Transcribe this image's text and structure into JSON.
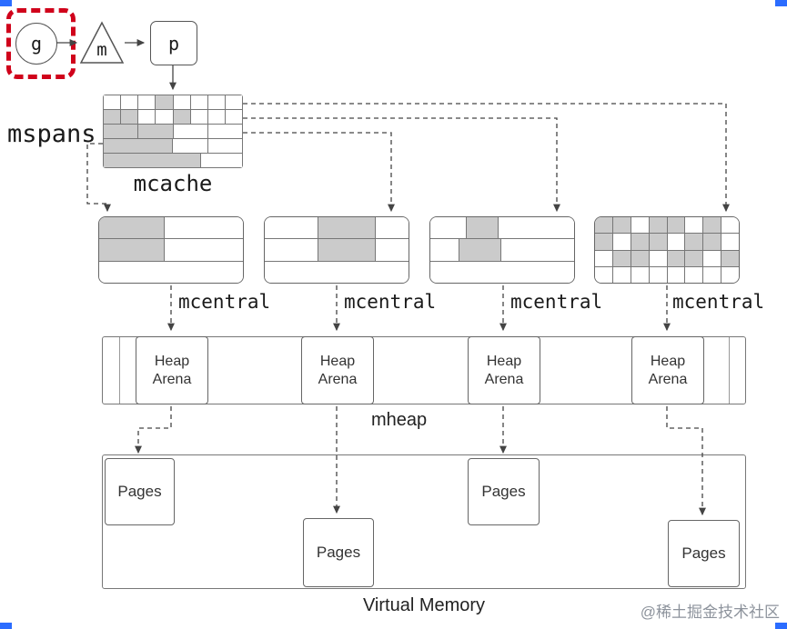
{
  "top": {
    "g": "g",
    "m": "m",
    "p": "p"
  },
  "labels": {
    "mspans": "mspans",
    "mcache": "mcache",
    "mheap": "mheap",
    "virtual_memory": "Virtual Memory",
    "watermark": "@稀土掘金技术社区"
  },
  "mcache": {
    "rows": [
      [
        {
          "w": 1,
          "f": 0
        },
        {
          "w": 1,
          "f": 0
        },
        {
          "w": 1,
          "f": 0
        },
        {
          "w": 1,
          "f": 1
        },
        {
          "w": 1,
          "f": 0
        },
        {
          "w": 1,
          "f": 0
        },
        {
          "w": 1,
          "f": 0
        },
        {
          "w": 1,
          "f": 0
        }
      ],
      [
        {
          "w": 1,
          "f": 1
        },
        {
          "w": 1,
          "f": 1
        },
        {
          "w": 1,
          "f": 0
        },
        {
          "w": 1,
          "f": 0
        },
        {
          "w": 1,
          "f": 1
        },
        {
          "w": 1,
          "f": 0
        },
        {
          "w": 1,
          "f": 0
        },
        {
          "w": 1,
          "f": 0
        }
      ],
      [
        {
          "w": 1,
          "f": 1
        },
        {
          "w": 1,
          "f": 1
        },
        {
          "w": 1,
          "f": 0
        },
        {
          "w": 1,
          "f": 0
        }
      ],
      [
        {
          "w": 0.5,
          "f": 1
        },
        {
          "w": 0.25,
          "f": 0
        },
        {
          "w": 0.25,
          "f": 0
        }
      ],
      [
        {
          "w": 0.7,
          "f": 1
        },
        {
          "w": 0.3,
          "f": 0
        }
      ]
    ]
  },
  "mcentrals": [
    {
      "label": "mcentral",
      "rows": [
        [
          {
            "w": 0.45,
            "f": 1
          },
          {
            "w": 0.55,
            "f": 0
          }
        ],
        [
          {
            "w": 0.45,
            "f": 1
          },
          {
            "w": 0.55,
            "f": 0
          }
        ],
        [
          {
            "w": 1,
            "f": 0
          }
        ]
      ]
    },
    {
      "label": "mcentral",
      "rows": [
        [
          {
            "w": 0.37,
            "f": 0
          },
          {
            "w": 0.4,
            "f": 1
          },
          {
            "w": 0.23,
            "f": 0
          }
        ],
        [
          {
            "w": 0.37,
            "f": 0
          },
          {
            "w": 0.4,
            "f": 1
          },
          {
            "w": 0.23,
            "f": 0
          }
        ],
        [
          {
            "w": 1,
            "f": 0
          }
        ]
      ]
    },
    {
      "label": "mcentral",
      "rows": [
        [
          {
            "w": 0.25,
            "f": 0
          },
          {
            "w": 0.22,
            "f": 1
          },
          {
            "w": 0.53,
            "f": 0
          }
        ],
        [
          {
            "w": 0.2,
            "f": 0
          },
          {
            "w": 0.29,
            "f": 1
          },
          {
            "w": 0.51,
            "f": 0
          }
        ],
        [
          {
            "w": 1,
            "f": 0
          }
        ]
      ]
    },
    {
      "label": "mcentral",
      "rows": [
        [
          {
            "w": 1,
            "f": 1
          },
          {
            "w": 1,
            "f": 1
          },
          {
            "w": 1,
            "f": 0
          },
          {
            "w": 1,
            "f": 1
          },
          {
            "w": 1,
            "f": 1
          },
          {
            "w": 1,
            "f": 0
          },
          {
            "w": 1,
            "f": 1
          },
          {
            "w": 1,
            "f": 0
          }
        ],
        [
          {
            "w": 1,
            "f": 1
          },
          {
            "w": 1,
            "f": 0
          },
          {
            "w": 1,
            "f": 1
          },
          {
            "w": 1,
            "f": 1
          },
          {
            "w": 1,
            "f": 0
          },
          {
            "w": 1,
            "f": 1
          },
          {
            "w": 1,
            "f": 1
          },
          {
            "w": 1,
            "f": 0
          }
        ],
        [
          {
            "w": 1,
            "f": 0
          },
          {
            "w": 1,
            "f": 1
          },
          {
            "w": 1,
            "f": 1
          },
          {
            "w": 1,
            "f": 0
          },
          {
            "w": 1,
            "f": 1
          },
          {
            "w": 1,
            "f": 1
          },
          {
            "w": 1,
            "f": 0
          },
          {
            "w": 1,
            "f": 1
          }
        ],
        [
          {
            "w": 1,
            "f": 0
          },
          {
            "w": 1,
            "f": 0
          },
          {
            "w": 1,
            "f": 0
          },
          {
            "w": 1,
            "f": 0
          },
          {
            "w": 1,
            "f": 0
          },
          {
            "w": 1,
            "f": 0
          },
          {
            "w": 1,
            "f": 0
          },
          {
            "w": 1,
            "f": 0
          }
        ]
      ]
    }
  ],
  "mheap": {
    "label": "mheap",
    "arenas": [
      "Heap Arena",
      "Heap Arena",
      "Heap Arena",
      "Heap Arena"
    ]
  },
  "virtual_memory": {
    "label": "Virtual Memory",
    "pages": [
      "Pages",
      "Pages",
      "Pages",
      "Pages"
    ]
  },
  "colors": {
    "accent_red": "#d0021b",
    "fill_gray": "#cbcbcb",
    "corner_blue": "#2b6cff",
    "line": "#444444"
  }
}
